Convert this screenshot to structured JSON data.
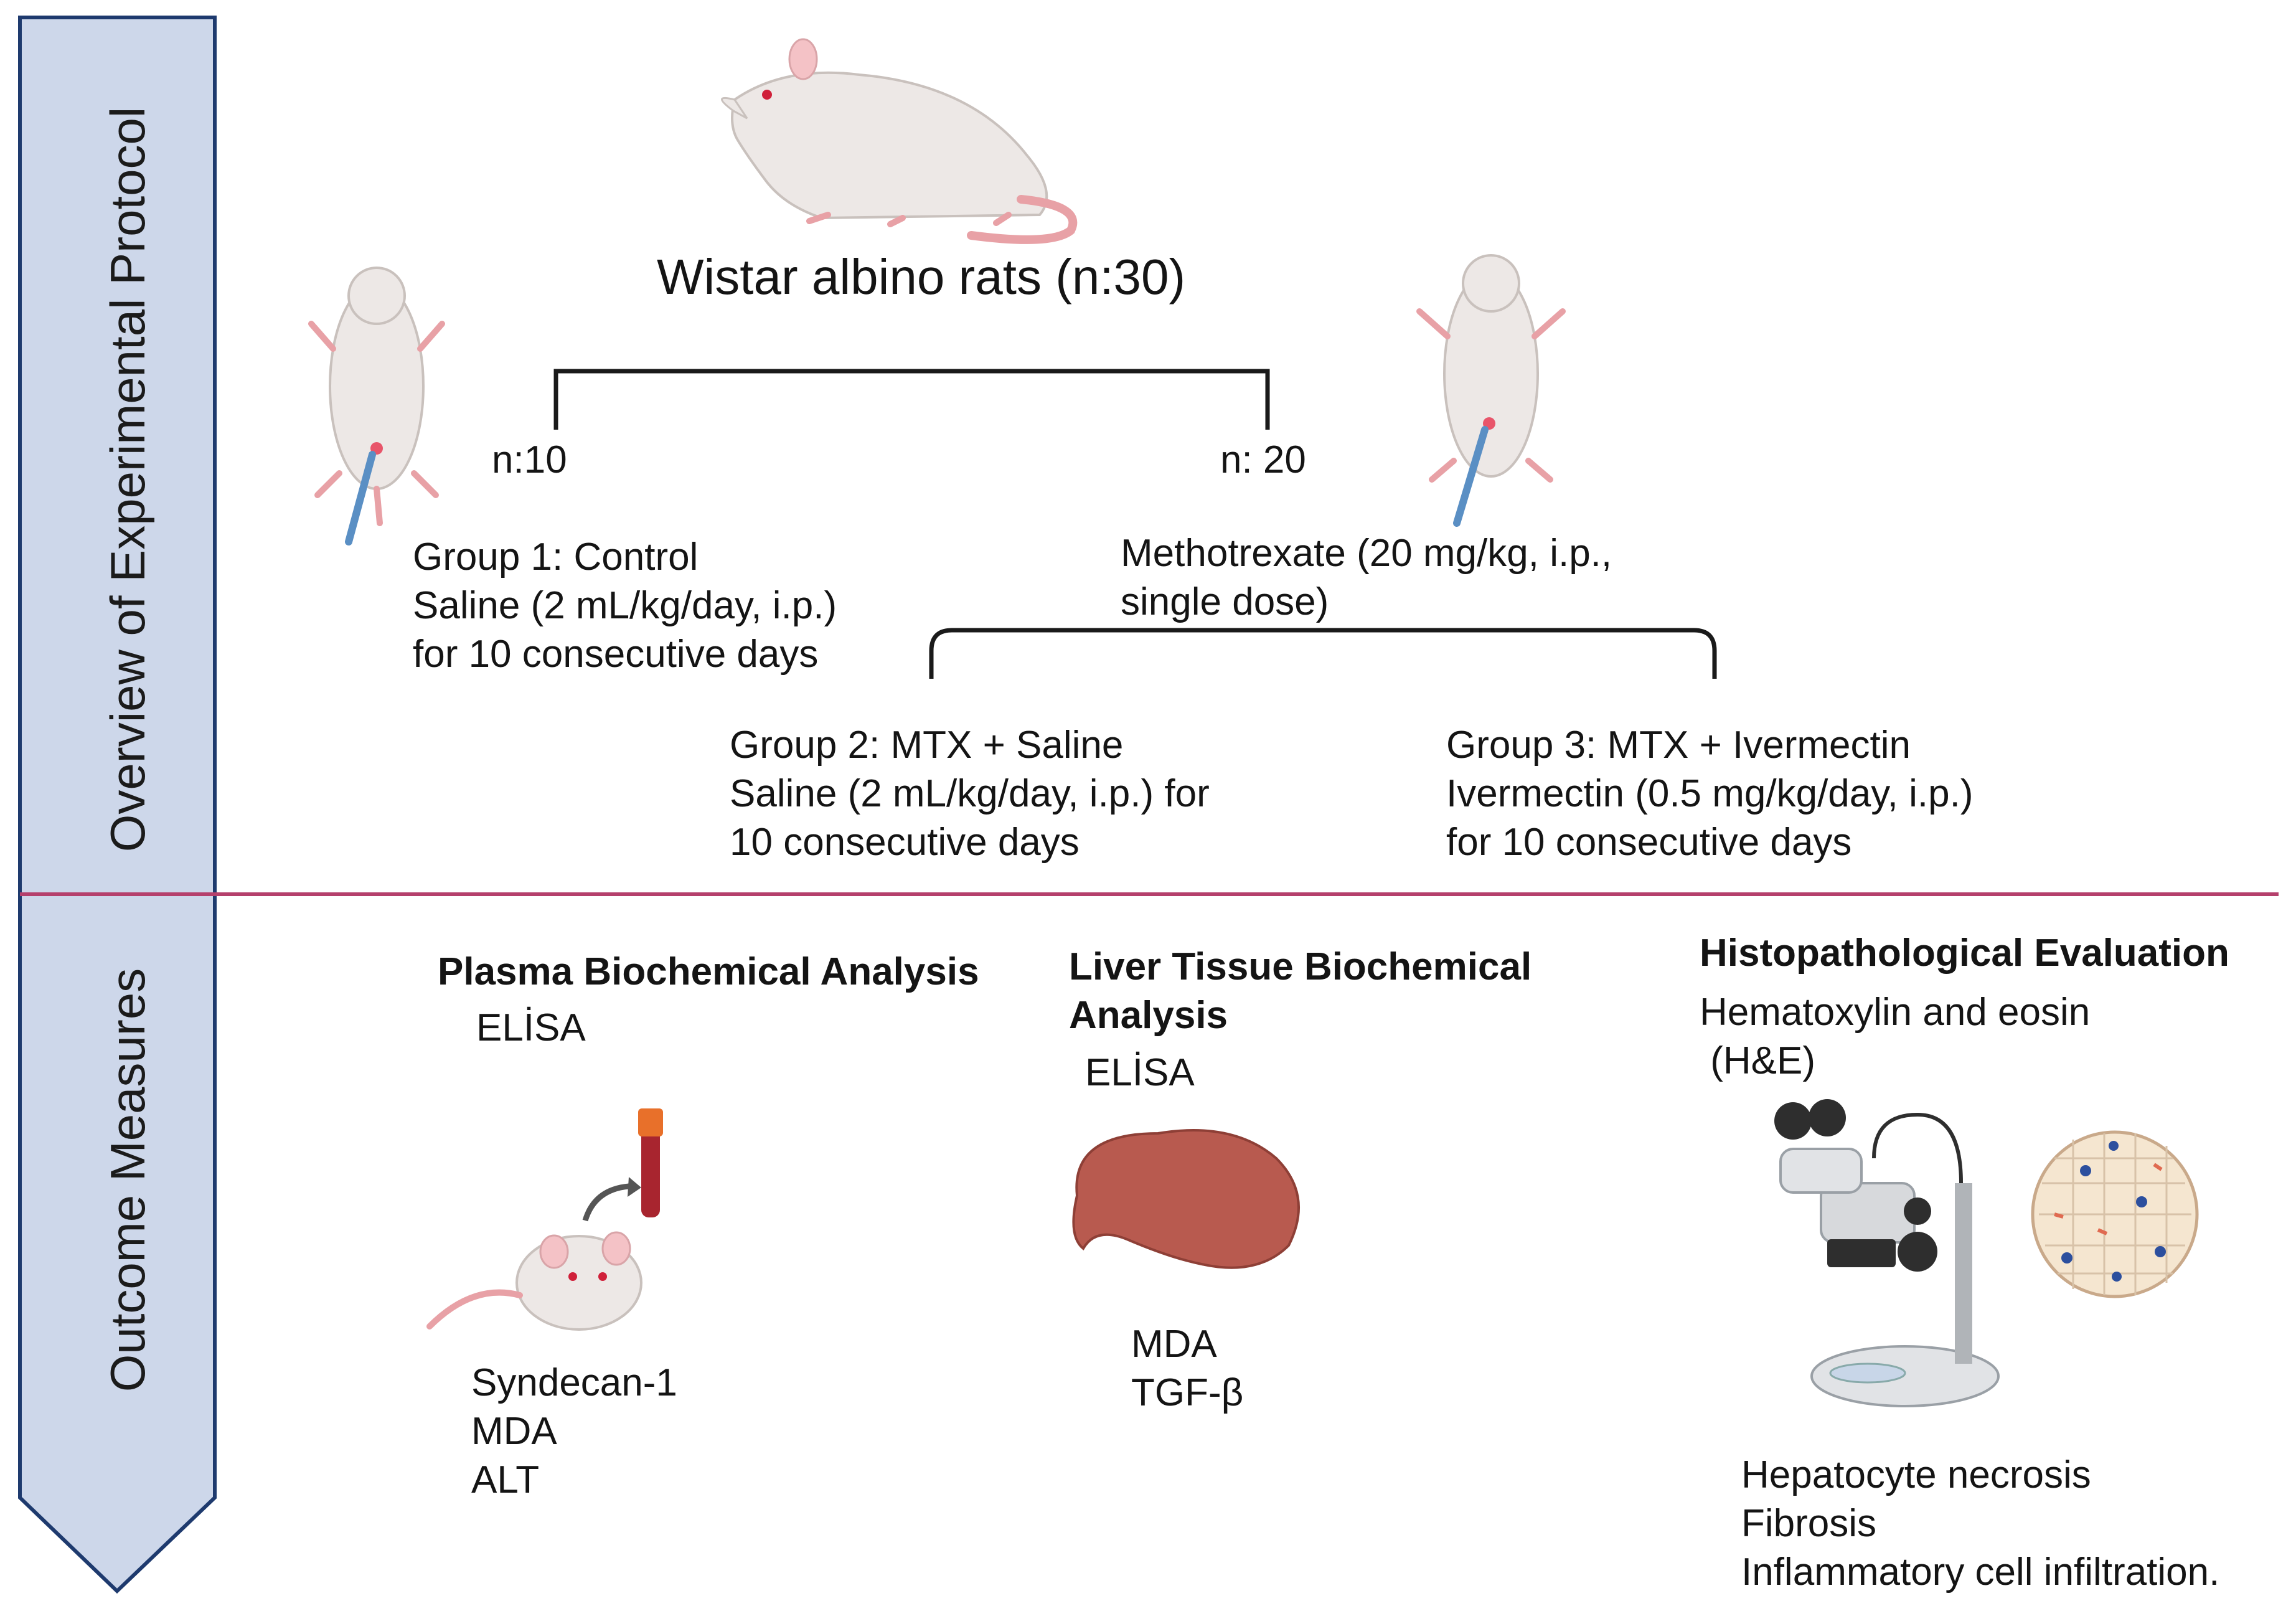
{
  "side_labels": {
    "protocol": "Overview of Experimental Protocol",
    "outcome": "Outcome Measures"
  },
  "protocol": {
    "title": "Wistar albino rats (n:30)",
    "branch_left": "n:10",
    "branch_right": "n: 20",
    "group1": {
      "line1": "Group 1: Control",
      "line2": "Saline (2 mL/kg/day, i.p.)",
      "line3": "for 10 consecutive days"
    },
    "methotrexate": {
      "line1": "Methotrexate (20 mg/kg, i.p.,",
      "line2": "single dose)"
    },
    "group2": {
      "line1": "Group 2: MTX + Saline",
      "line2": "Saline (2 mL/kg/day, i.p.) for",
      "line3": "10 consecutive days"
    },
    "group3": {
      "line1": "Group 3: MTX + Ivermectin",
      "line2": "Ivermectin (0.5 mg/kg/day, i.p.)",
      "line3": "for 10 consecutive days"
    }
  },
  "outcomes": {
    "plasma": {
      "title": "Plasma Biochemical Analysis",
      "method": "ELİSA",
      "markers": [
        "Syndecan-1",
        "MDA",
        "ALT"
      ]
    },
    "liver": {
      "title_line1": "Liver Tissue Biochemical",
      "title_line2": "Analysis",
      "method": "ELİSA",
      "markers": [
        "MDA",
        "TGF-β"
      ]
    },
    "histo": {
      "title": "Histopathological Evaluation",
      "method_line1": "Hematoxylin and eosin",
      "method_line2": " (H&E)",
      "findings": [
        "Hepatocyte necrosis",
        "Fibrosis",
        "Inflammatory cell infiltration."
      ]
    }
  },
  "colors": {
    "side_fill": "#cdd7ea",
    "side_stroke": "#1e3a6e",
    "divider": "#b5406c",
    "bracket": "#1a1a1a"
  },
  "icons": [
    "rat-icon",
    "supine-rat-injection-icon",
    "mouse-blood-sample-icon",
    "blood-tube-icon",
    "liver-icon",
    "microscope-icon",
    "tissue-sample-icon"
  ]
}
